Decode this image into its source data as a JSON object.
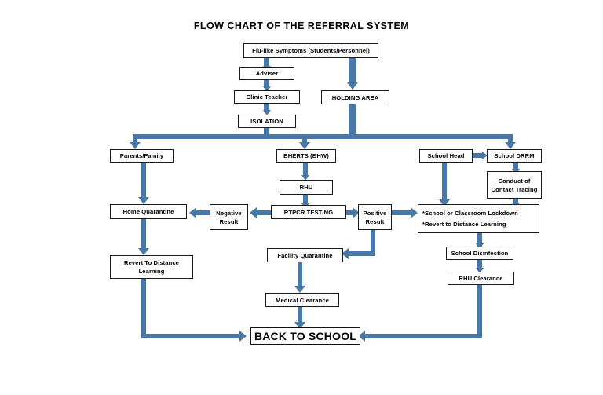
{
  "title": "FLOW CHART OF THE REFERRAL SYSTEM",
  "theme": {
    "arrow_color": "#4878A8",
    "box_border": "#1a1a1a",
    "background": "#ffffff",
    "text": "#000000"
  },
  "nodes": {
    "flu_symptoms": "Flu-like Symptoms (Students/Personnel)",
    "adviser": "Adviser",
    "clinic_teacher": "Clinic Teacher",
    "isolation": "ISOLATION",
    "holding_area": "HOLDING AREA",
    "parents_family": "Parents/Family",
    "bherts": "BHERTS (BHW)",
    "school_head": "School Head",
    "school_drrm": "School DRRM",
    "rhu": "RHU",
    "contact_tracing_l1": "Conduct of",
    "contact_tracing_l2": "Contact Tracing",
    "home_quarantine": "Home Quarantine",
    "negative_result_l1": "Negative",
    "negative_result_l2": "Result",
    "rtpcr_testing": "RTPCR TESTING",
    "positive_result_l1": "Positive",
    "positive_result_l2": "Result",
    "lockdown_l1": "*School or Classroom Lockdown",
    "lockdown_l2": "*Revert to Distance Learning",
    "revert_distance_l1": "Revert To Distance",
    "revert_distance_l2": "Learning",
    "facility_quarantine": "Facility Quarantine",
    "school_disinfection": "School Disinfection",
    "medical_clearance": "Medical Clearance",
    "rhu_clearance": "RHU Clearance",
    "back_to_school": "BACK TO SCHOOL"
  },
  "chart_data": {
    "type": "diagram",
    "title": "FLOW CHART OF THE REFERRAL SYSTEM",
    "diagram_kind": "flowchart",
    "edges": [
      {
        "from": "Flu-like Symptoms (Students/Personnel)",
        "to": "Adviser"
      },
      {
        "from": "Flu-like Symptoms (Students/Personnel)",
        "to": "HOLDING AREA"
      },
      {
        "from": "Adviser",
        "to": "Clinic Teacher"
      },
      {
        "from": "Clinic Teacher",
        "to": "ISOLATION"
      },
      {
        "from": "ISOLATION",
        "to": "Parents/Family"
      },
      {
        "from": "ISOLATION",
        "to": "BHERTS (BHW)"
      },
      {
        "from": "ISOLATION",
        "to": "School Head"
      },
      {
        "from": "HOLDING AREA",
        "to": "Parents/Family"
      },
      {
        "from": "HOLDING AREA",
        "to": "BHERTS (BHW)"
      },
      {
        "from": "HOLDING AREA",
        "to": "School Head"
      },
      {
        "from": "BHERTS (BHW)",
        "to": "RHU"
      },
      {
        "from": "RHU",
        "to": "RTPCR TESTING"
      },
      {
        "from": "RTPCR TESTING",
        "to": "Negative Result"
      },
      {
        "from": "RTPCR TESTING",
        "to": "Positive Result"
      },
      {
        "from": "Negative Result",
        "to": "Home Quarantine"
      },
      {
        "from": "Parents/Family",
        "to": "Home Quarantine"
      },
      {
        "from": "Home Quarantine",
        "to": "Revert To Distance Learning"
      },
      {
        "from": "Revert To Distance Learning",
        "to": "BACK TO SCHOOL"
      },
      {
        "from": "Positive Result",
        "to": "*School or Classroom Lockdown / *Revert to Distance Learning"
      },
      {
        "from": "Positive Result",
        "to": "Facility Quarantine"
      },
      {
        "from": "Facility Quarantine",
        "to": "Medical Clearance"
      },
      {
        "from": "Medical Clearance",
        "to": "BACK TO SCHOOL"
      },
      {
        "from": "School Head",
        "to": "School DRRM"
      },
      {
        "from": "School Head",
        "to": "*School or Classroom Lockdown / *Revert to Distance Learning"
      },
      {
        "from": "School DRRM",
        "to": "Conduct of Contact Tracing"
      },
      {
        "from": "Conduct of Contact Tracing",
        "to": "*School or Classroom Lockdown / *Revert to Distance Learning"
      },
      {
        "from": "*School or Classroom Lockdown / *Revert to Distance Learning",
        "to": "School Disinfection"
      },
      {
        "from": "School Disinfection",
        "to": "RHU Clearance"
      },
      {
        "from": "RHU Clearance",
        "to": "BACK TO SCHOOL"
      }
    ]
  }
}
